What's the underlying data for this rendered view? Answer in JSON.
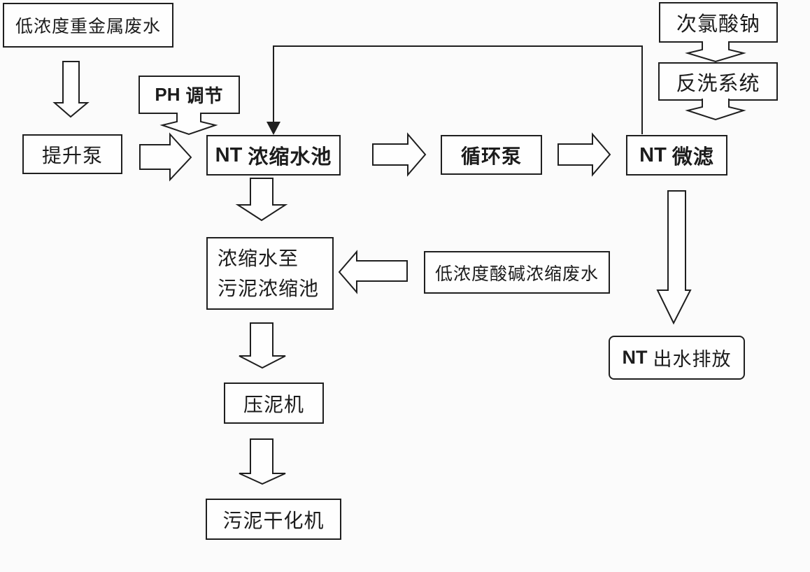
{
  "diagram": {
    "title": "NT heavy-metal wastewater treatment process flowchart",
    "background_color": "#fbfbfb",
    "line_color": "#1f1f1f",
    "box_fill": "#fefefe"
  },
  "nodes": {
    "heavy_metal": {
      "label": "低浓度重金属废水"
    },
    "lift_pump": {
      "label": "提升泵"
    },
    "ph_adjust": {
      "prefix": "PH",
      "text": "调节"
    },
    "nt_pool": {
      "prefix": "NT",
      "text": "浓缩水池"
    },
    "circ_pump": {
      "label": "循环泵"
    },
    "nt_mf": {
      "prefix": "NT",
      "text": "微滤"
    },
    "naclo": {
      "label": "次氯酸钠"
    },
    "backwash": {
      "label": "反洗系统"
    },
    "conc_water": {
      "lines": [
        "浓缩水至",
        "污泥浓缩池"
      ]
    },
    "acid_waste": {
      "label": "低浓度酸碱浓缩废水"
    },
    "mud_press": {
      "label": "压泥机"
    },
    "sludge_dryer": {
      "label": "污泥干化机"
    },
    "nt_discharge": {
      "prefix": "NT",
      "text": "出水排放"
    }
  },
  "edges": [
    {
      "from": "低浓度重金属废水",
      "to": "提升泵",
      "style": "hollow-down-arrow"
    },
    {
      "from": "提升泵",
      "to": "NT 浓缩水池",
      "style": "hollow-right-arrow"
    },
    {
      "from": "PH 调节",
      "to": "NT 浓缩水池",
      "style": "merge-chevron-down"
    },
    {
      "from": "NT 浓缩水池",
      "to": "循环泵",
      "style": "hollow-right-arrow"
    },
    {
      "from": "循环泵",
      "to": "NT 微滤",
      "style": "hollow-right-arrow"
    },
    {
      "from": "次氯酸钠",
      "to": "反洗系统",
      "style": "merge-chevron-down"
    },
    {
      "from": "反洗系统",
      "to": "NT 微滤",
      "style": "merge-chevron-down"
    },
    {
      "from": "NT 微滤",
      "to": "NT 浓缩水池",
      "style": "thin-line-solid-arrow",
      "note": "backwash return line across top"
    },
    {
      "from": "NT 浓缩水池",
      "to": "浓缩水至污泥浓缩池",
      "style": "hollow-down-arrow"
    },
    {
      "from": "低浓度酸碱浓缩废水",
      "to": "浓缩水至污泥浓缩池",
      "style": "hollow-left-arrow"
    },
    {
      "from": "浓缩水至污泥浓缩池",
      "to": "压泥机",
      "style": "hollow-down-arrow"
    },
    {
      "from": "压泥机",
      "to": "污泥干化机",
      "style": "hollow-down-arrow"
    },
    {
      "from": "NT 微滤",
      "to": "NT 出水排放",
      "style": "hollow-down-arrow-long"
    }
  ]
}
